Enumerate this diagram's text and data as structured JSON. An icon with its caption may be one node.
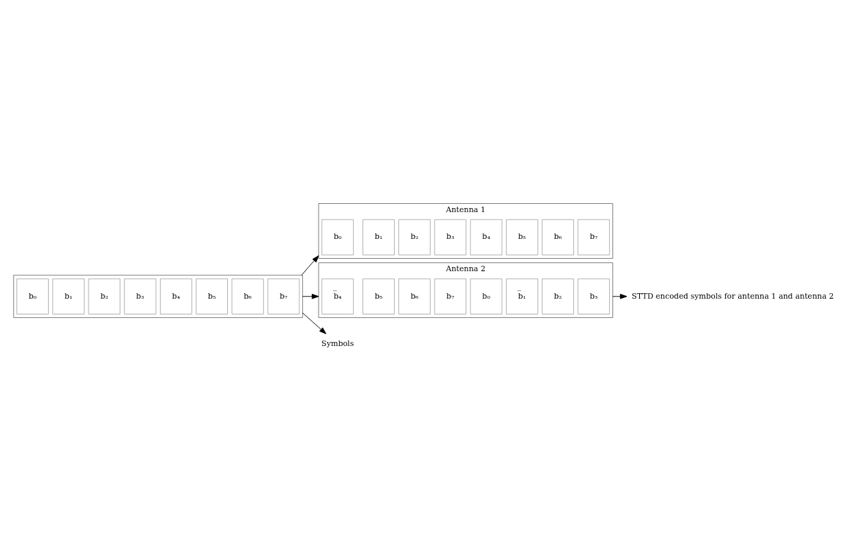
{
  "diagram": {
    "nodes": [
      {
        "text": [],
        "shape": "box"
      },
      {
        "text": [
          "b₀"
        ],
        "in": 0
      },
      {
        "text": [
          "b₁"
        ],
        "in": 0
      },
      {
        "text": [
          "b₂"
        ],
        "in": 0
      },
      {
        "text": [
          "b₃"
        ],
        "in": 0
      },
      {
        "text": [
          "b₄"
        ],
        "in": 0
      },
      {
        "text": [
          "b₅"
        ],
        "in": 0
      },
      {
        "text": [
          "b₆"
        ],
        "in": 0
      },
      {
        "text": [
          "b₇"
        ],
        "in": 0
      },
      {
        "text": [
          "Antenna 1"
        ]
      },
      {
        "text": [
          "b₀"
        ],
        "in": 9
      },
      {
        "text": [
          "b₁"
        ],
        "in": 9
      },
      {
        "text": [
          "b₂"
        ],
        "in": 9
      },
      {
        "text": [
          "b₃"
        ],
        "in": 9
      },
      {
        "text": [
          "b₄"
        ],
        "in": 9
      },
      {
        "text": [
          "b₅"
        ],
        "in": 9
      },
      {
        "text": [
          "b₆"
        ],
        "in": 9
      },
      {
        "text": [
          "b₇"
        ],
        "in": 9
      },
      {
        "text": [
          "Antenna 2"
        ]
      },
      {
        "text": [
          "b̅₄"
        ],
        "in": 18
      },
      {
        "text": [
          "b₅"
        ],
        "in": 18
      },
      {
        "text": [
          "b₆"
        ],
        "in": 18
      },
      {
        "text": [
          "b₇"
        ],
        "in": 18
      },
      {
        "text": [
          "b₀"
        ],
        "in": 18
      },
      {
        "text": [
          "b̅₁"
        ],
        "in": 18
      },
      {
        "text": [
          "b₂"
        ],
        "in": 18
      },
      {
        "text": [
          "b₃"
        ],
        "in": 18
      },
      {
        "text": [
          "Symbols"
        ]
      },
      {
        "text": [
          "STTD encoded symbols for antenna 1 and antenna 2"
        ]
      }
    ],
    "edges": [
      {
        "from": 0,
        "to": 9,
        "arrow": "to"
      },
      {
        "from": 0,
        "to": 18,
        "arrow": "to"
      },
      {
        "from": 0,
        "to": 27,
        "arrow": "to"
      },
      {
        "from": 18,
        "to": 28,
        "arrow": "to"
      }
    ]
  }
}
